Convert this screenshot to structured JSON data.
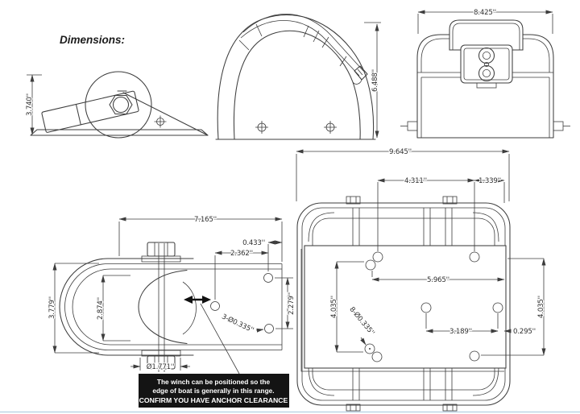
{
  "title": "Dimensions:",
  "colors": {
    "line": "#3d3d3d",
    "dim_text": "#303030",
    "callout_bg": "#141414",
    "callout_text": "#ffffff",
    "footer_accent": "#bcd4e6"
  },
  "views": {
    "bow_roller_side": {
      "dim_height": "3.740''"
    },
    "winch_side": {
      "dim_height": "6.488''"
    },
    "winch_front": {
      "dim_width": "8.425''"
    },
    "winch_top": {
      "dim_overall_width": "9.645''",
      "dim_top_hole_span": "4.311''",
      "dim_top_edge_offset": "1.339''",
      "dim_mid_hole_span": "5.965''",
      "dim_left_hole_column": "4.035''",
      "dim_right_hole_column": "4.035''",
      "dim_bottom_hole_span": "3.189''",
      "dim_bottom_edge_offset": "0.295''",
      "dim_hole_callout": "8-Ø0.335''"
    },
    "bow_roller_top": {
      "dim_overall_length": "7.165''",
      "dim_end_hole_offset": "0.433''",
      "dim_hole_span": "2.362''",
      "dim_overall_width": "3.779''",
      "dim_roller_width": "2.874''",
      "dim_hole_column": "2.279''",
      "dim_hole_callout": "3-Ø0.335''",
      "dim_bolt_flange_diameter": "Ø1.771''"
    }
  },
  "callout": {
    "line1": "The winch can be positioned so the",
    "line2": "edge of boat is generally in this range.",
    "line3": "CONFIRM YOU HAVE ANCHOR CLEARANCE"
  }
}
